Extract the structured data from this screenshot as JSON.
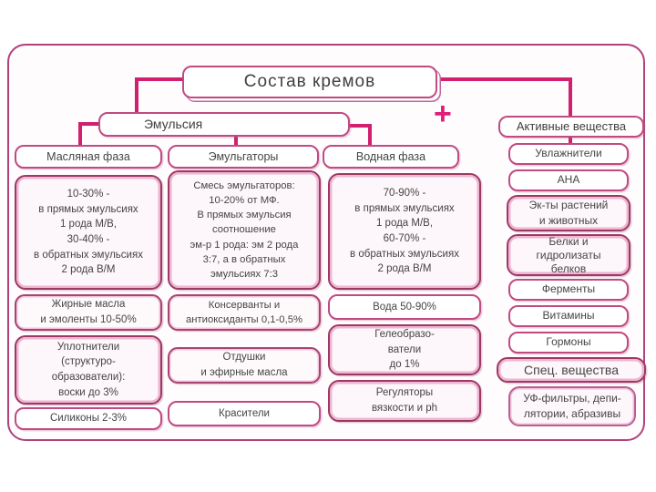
{
  "title": "Состав кремов",
  "plus_sign": "+",
  "emulsion_label": "Эмульсия",
  "columns": {
    "oil": {
      "header": "Масляная фаза",
      "main": "10-30% -\nв прямых эмульсиях\n1 рода М/В,\n30-40% -\nв обратных эмульсиях\n2 рода В/М",
      "row2": "Жирные масла\nи эмоленты 10-50%",
      "row3": "Уплотнители\n(структуро-\nобразователи):\nвоски до 3%",
      "row4": "Силиконы 2-3%"
    },
    "emulsifiers": {
      "header": "Эмульгаторы",
      "main": "Смесь эмульгаторов:\n10-20% от МФ.\nВ прямых эмульсия\nсоотношение\nэм-р 1 рода: эм 2 рода\n3:7, а в обратных\nэмульсиях 7:3",
      "row2": "Консерванты и\nантиоксиданты 0,1-0,5%",
      "row3": "Отдушки\nи эфирные масла",
      "row4": "Красители"
    },
    "water": {
      "header": "Водная фаза",
      "main": "70-90% -\nв прямых эмульсиях\n1 рода М/В,\n60-70% -\nв обратных эмульсиях\n2 рода В/М",
      "row2": "Вода 50-90%",
      "row3": "Гелеобразо-\nватели\nдо 1%",
      "row4": "Регуляторы\nвязкости и ph"
    }
  },
  "active": {
    "header": "Активные вещества",
    "items": [
      "Увлажнители",
      "АНА",
      "Эк-ты растений\nи животных",
      "Белки и\nгидролизаты\nбелков",
      "Ферменты",
      "Витамины",
      "Гормоны"
    ],
    "special_header": "Спец. вещества",
    "special_item": "УФ-фильтры, депи-\nлятории, абразивы"
  },
  "colors": {
    "accent": "#d0206e",
    "border_dark": "#9c3963",
    "border_light": "#c04a82"
  }
}
